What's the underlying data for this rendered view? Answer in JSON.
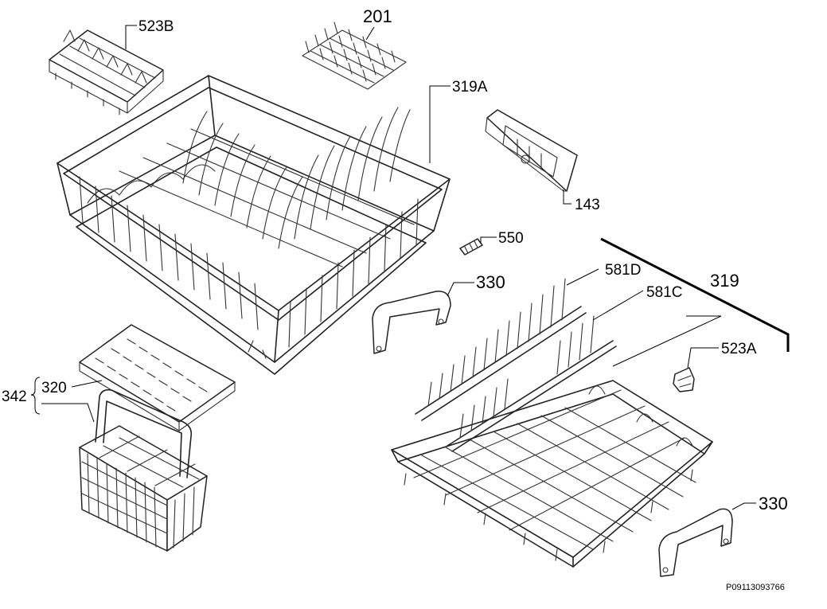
{
  "labels": {
    "p523B": "523B",
    "p201": "201",
    "p319A": "319A",
    "p143": "143",
    "p550": "550",
    "p330_top": "330",
    "p581D": "581D",
    "p319": "319",
    "p581C": "581C",
    "p523A": "523A",
    "p342": "342",
    "p320": "320",
    "p330_bottom": "330"
  },
  "reference_code": "P09113093766"
}
